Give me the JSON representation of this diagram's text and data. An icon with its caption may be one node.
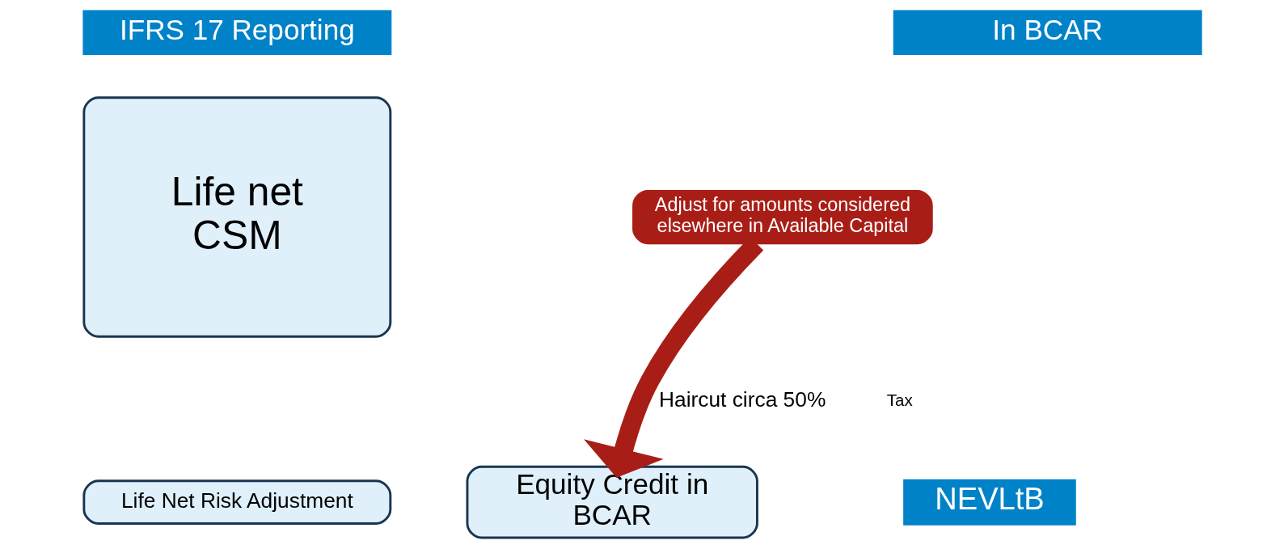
{
  "diagram": {
    "nodes": [
      {
        "text": [
          "IFRS 17 Reporting"
        ]
      },
      {
        "text": [
          "In BCAR"
        ]
      },
      {
        "text": [
          "Life net CSM"
        ]
      },
      {
        "text": [
          "Life Net Risk Adjustment"
        ]
      },
      {
        "text": [
          "Adjust for amounts considered elsewhere in Available Capital"
        ]
      },
      {
        "text": [
          "Equity Credit in BCAR"
        ]
      },
      {
        "text": [
          "NEVLtB"
        ]
      }
    ],
    "edges": [
      {
        "from": 4,
        "to": 5,
        "arrow": "to",
        "label": "Haircut circa 50%",
        "color": "#a81e17"
      }
    ],
    "labels": [
      "Tax"
    ]
  }
}
